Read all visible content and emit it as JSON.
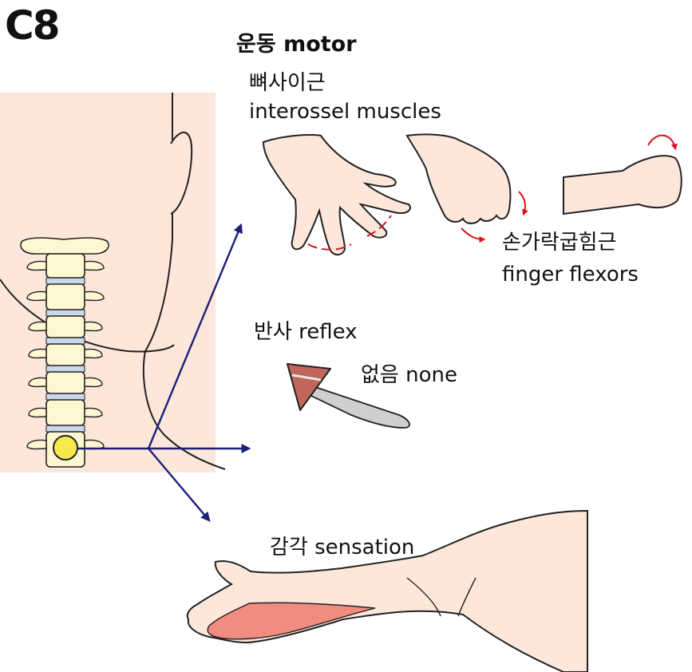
{
  "title": "C8",
  "motor": {
    "heading": "운동 motor",
    "interosseous_ko": "뼈사이근",
    "interosseous_en": "interossel muscles",
    "flexors_ko": "손가락굽힘근",
    "flexors_en": "finger flexors"
  },
  "reflex": {
    "heading": "반사 reflex",
    "value": "없음 none"
  },
  "sensation": {
    "heading": "감각 sensation"
  },
  "colors": {
    "skin": "#fde6da",
    "outline": "#222222",
    "arrow": "#1b1f7a",
    "motion_arrow": "#d9141b",
    "dermatome": "#f08c80",
    "nerve_root": "#f6e94d",
    "disc": "#c9d8ea",
    "vertebra": "#fff6d2",
    "hammer_head": "#c0665a",
    "hammer_handle": "#cfcfcf"
  },
  "icons": [
    "reflex-hammer-icon",
    "spine-icon",
    "hand-icon",
    "fist-icon",
    "arm-icon"
  ]
}
